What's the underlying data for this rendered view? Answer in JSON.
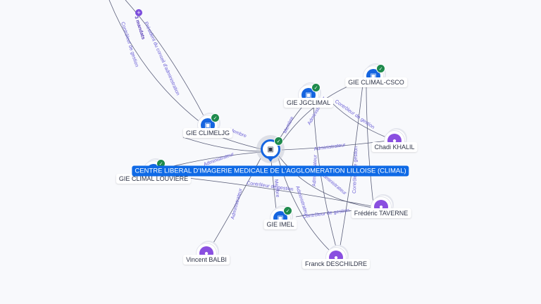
{
  "colors": {
    "company": "#1565e0",
    "person": "#8a4fe0",
    "verified": "#1e8a4c",
    "edge": "#5b5f7a",
    "edge_label": "#6b5fd6",
    "main_label_bg": "#0f6ae6"
  },
  "main_node": {
    "label": "CENTRE LIBERAL D'IMAGERIE MEDICALE DE L'AGGLOMERATION LILLOISE (CLIMAL)",
    "icon": "building-icon",
    "verified": true
  },
  "nodes": [
    {
      "id": "climeljg",
      "label": "GIE CLIMELJG",
      "type": "company",
      "verified": true
    },
    {
      "id": "jgclimal",
      "label": "GIE JGCLIMAL",
      "type": "company",
      "verified": true
    },
    {
      "id": "csco",
      "label": "GIE CLIMAL-CSCO",
      "type": "company",
      "verified": true
    },
    {
      "id": "louviere",
      "label": "GIE CLIMAL LOUVIERE",
      "type": "company",
      "verified": true
    },
    {
      "id": "imel",
      "label": "GIE IMEL",
      "type": "company",
      "verified": true
    },
    {
      "id": "khalil",
      "label": "Chadi KHALIL",
      "type": "person"
    },
    {
      "id": "taverne",
      "label": "Frédéric TAVERNE",
      "type": "person"
    },
    {
      "id": "balbi",
      "label": "Vincent BALBI",
      "type": "person"
    },
    {
      "id": "deschildre",
      "label": "Franck DESCHILDRE",
      "type": "person"
    }
  ],
  "edge_labels": {
    "membre": "Membre",
    "administrateur": "Administrateur",
    "controleur": "Contrôleur de gestion",
    "president": "Président du conseil d'administration"
  },
  "mandates": {
    "icon": "plus-icon",
    "label": "3 mandats"
  }
}
